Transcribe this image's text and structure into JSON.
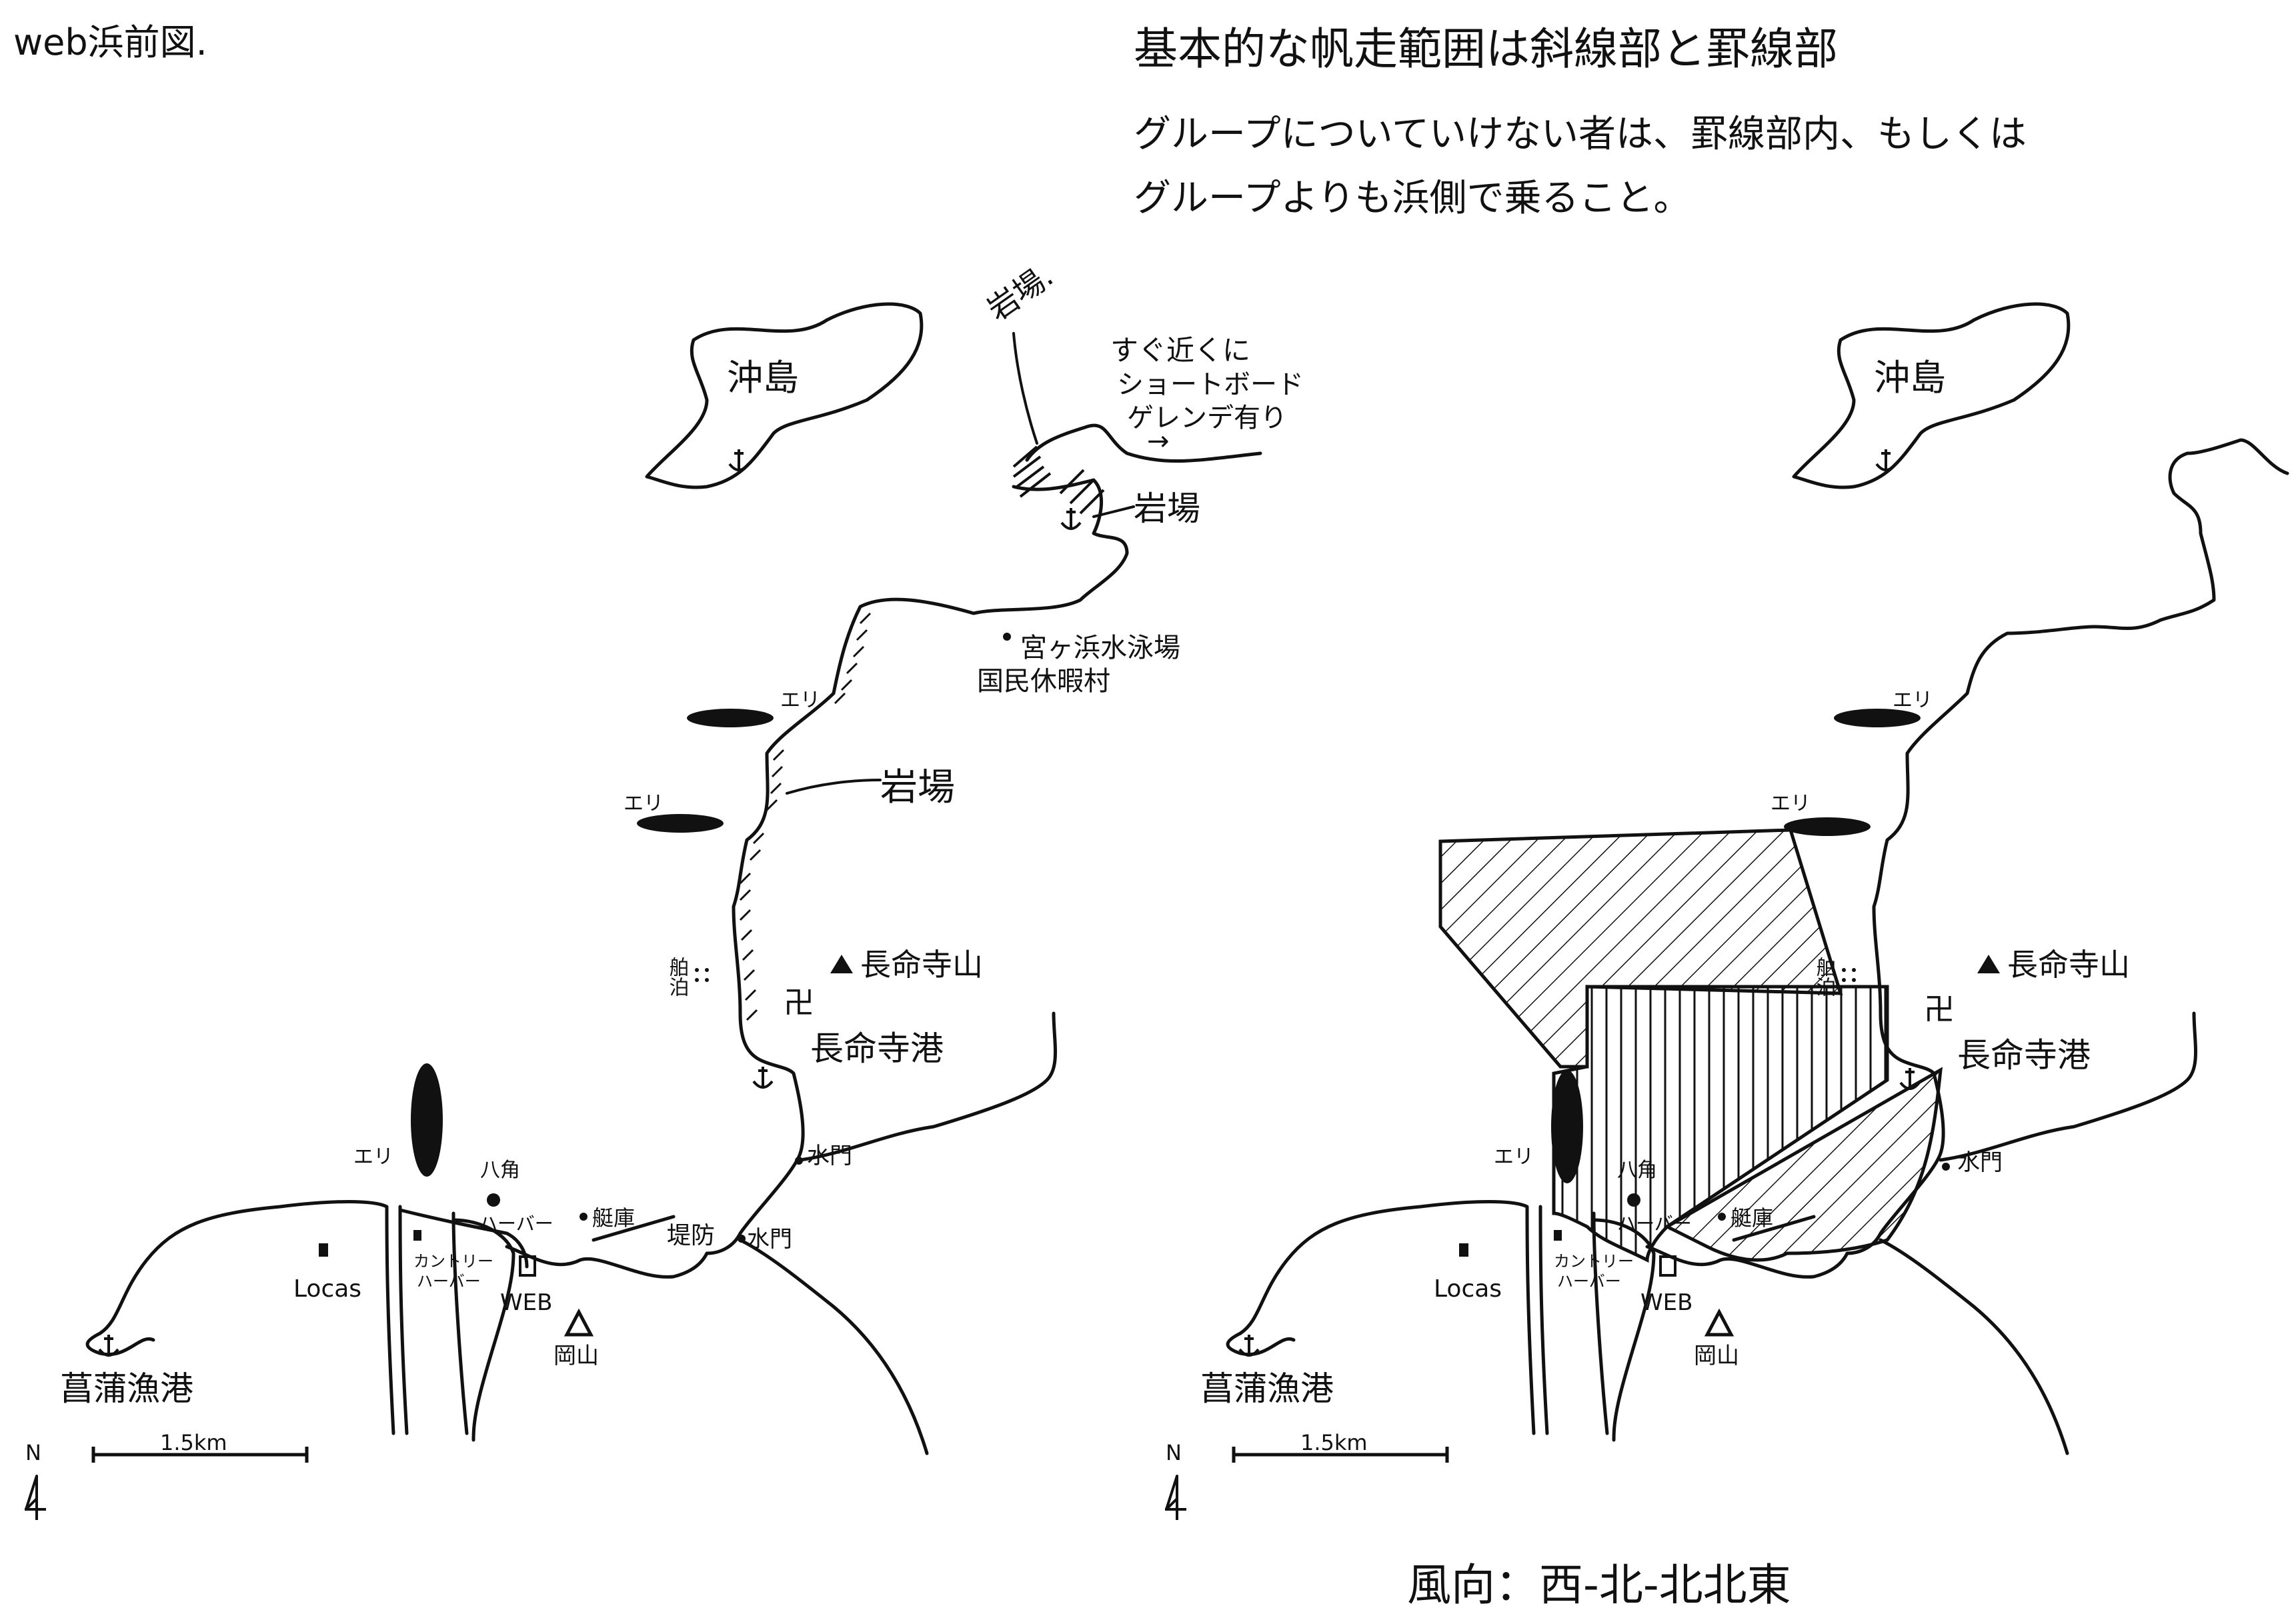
{
  "page": {
    "title": "web浜前図.",
    "note_line1": "基本的な帆走範囲は斜線部と罫線部",
    "note_line2": "グループについていけない者は、罫線部内、もしくは",
    "note_line3": "グループよりも浜側で乗ること。",
    "wind": "風向：西-北-北北東"
  },
  "map_left": {
    "island": "沖島",
    "iwaba_top": "岩場.",
    "windsurf_note1": "すぐ近くに",
    "windsurf_note2": "ショートボード",
    "windsurf_note3": "ゲレンデ有り",
    "windsurf_arrow": "→",
    "iwaba_2": "岩場",
    "swimming": "宮ヶ浜水泳場",
    "kyuka": "国民休暇村",
    "eri_1": "エリ",
    "eri_2": "エリ",
    "iwaba_3": "岩場",
    "hakuhaku": "舶泊",
    "mountain": "長命寺山",
    "temple_symbol": "卍",
    "port": "長命寺港",
    "eri_3": "エリ",
    "hakkaku": "八角",
    "harbor": "ハーバー",
    "suiko": "水門",
    "suiko_2": "水門",
    "boathouse": "艇庫",
    "teibou": "堤防",
    "country_1": "カントリー",
    "country_2": "ハーバー",
    "locas": "Locas",
    "web": "WEB",
    "okayama": "岡山",
    "fishing_port": "菖蒲漁港",
    "scale": "1.5km",
    "north_label": "N"
  },
  "map_right": {
    "island": "沖島",
    "eri_1": "エリ",
    "eri_2": "エリ",
    "hakuhaku": "舶泊",
    "mountain": "長命寺山",
    "temple_symbol": "卍",
    "port": "長命寺港",
    "eri_3": "エリ",
    "hakkaku": "八角",
    "harbor": "ハーバー",
    "suiko": "水門",
    "boathouse": "艇庫",
    "country_1": "カントリー",
    "country_2": "ハーバー",
    "locas": "Locas",
    "web": "WEB",
    "okayama": "岡山",
    "fishing_port": "菖蒲漁港",
    "scale": "1.5km",
    "north_label": "N"
  },
  "colors": {
    "ink": "#111111",
    "paper": "#ffffff"
  },
  "icons": [
    "anchor-icon",
    "north-arrow-icon",
    "mountain-triangle-icon",
    "temple-icon",
    "boathouse-icon",
    "landmark-dot-icon"
  ]
}
